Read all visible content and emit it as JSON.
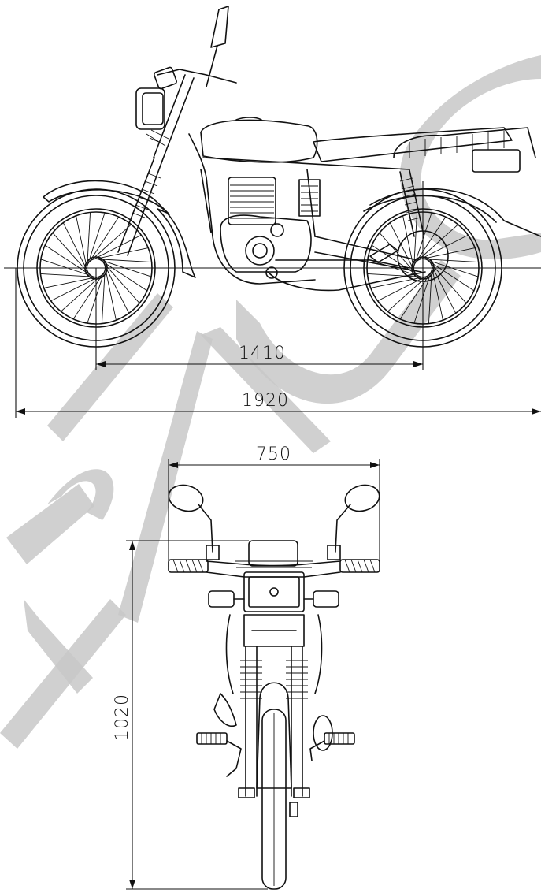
{
  "views": {
    "side": {
      "dimensions": {
        "wheelbase": "1410",
        "overall_length": "1920"
      }
    },
    "front": {
      "dimensions": {
        "handlebar_width": "750",
        "overall_height": "1020"
      }
    }
  },
  "watermark": {
    "color": "#c8c8c8"
  },
  "colors": {
    "line": "#111111",
    "background": "#ffffff"
  }
}
